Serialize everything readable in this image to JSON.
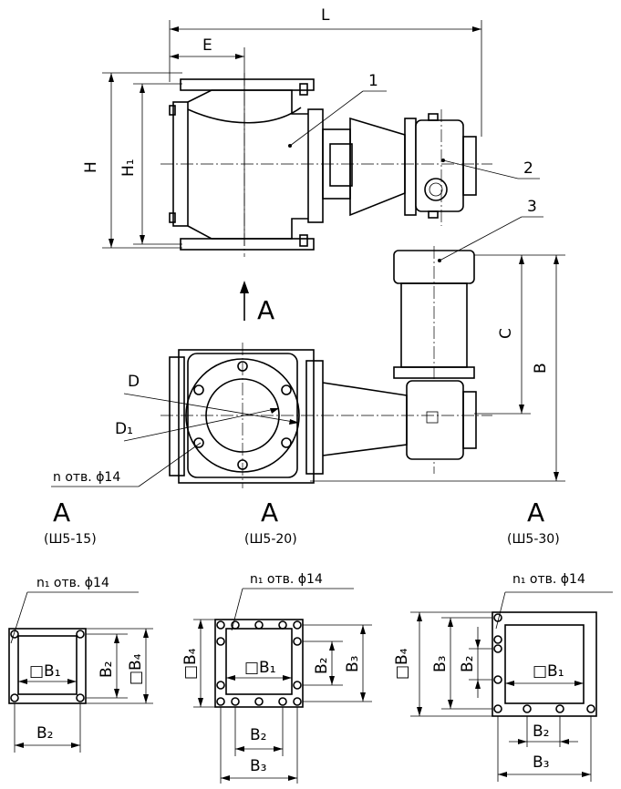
{
  "dims": {
    "L": "L",
    "E": "E",
    "H": "H",
    "H1": "H₁",
    "C": "C",
    "B": "B",
    "D": "D",
    "D1": "D₁",
    "holes_n": "n отв. ϕ14",
    "holes_n1": "n₁  отв. ϕ14",
    "B1": "□B₁",
    "B2": "B₂",
    "B3": "B₃",
    "B4": "□B₄"
  },
  "callouts": {
    "c1": "1",
    "c2": "2",
    "c3": "3"
  },
  "view_arrow": "A",
  "views": [
    {
      "letter": "A",
      "model": "(Ш5-15)"
    },
    {
      "letter": "A",
      "model": "(Ш5-20)"
    },
    {
      "letter": "A",
      "model": "(Ш5-30)"
    }
  ]
}
